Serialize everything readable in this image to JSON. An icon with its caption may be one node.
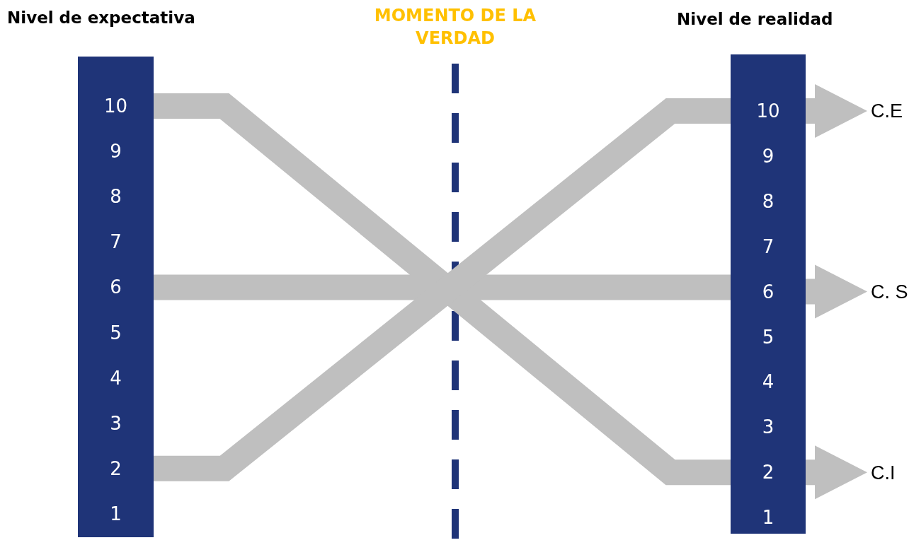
{
  "diagram": {
    "nodes": [
      {
        "text": [
          "Nivel de expectativa"
        ]
      },
      {
        "text": [
          "10"
        ],
        "in": 0
      },
      {
        "text": [
          "9"
        ],
        "in": 0
      },
      {
        "text": [
          "8"
        ],
        "in": 0
      },
      {
        "text": [
          "7"
        ],
        "in": 0
      },
      {
        "text": [
          "6"
        ],
        "in": 0
      },
      {
        "text": [
          "5"
        ],
        "in": 0
      },
      {
        "text": [
          "4"
        ],
        "in": 0
      },
      {
        "text": [
          "3"
        ],
        "in": 0
      },
      {
        "text": [
          "2"
        ],
        "in": 0
      },
      {
        "text": [
          "1"
        ],
        "in": 0
      },
      {
        "text": [
          "Nivel de realidad"
        ]
      },
      {
        "text": [
          "10"
        ],
        "in": 11
      },
      {
        "text": [
          "9"
        ],
        "in": 11
      },
      {
        "text": [
          "8"
        ],
        "in": 11
      },
      {
        "text": [
          "7"
        ],
        "in": 11
      },
      {
        "text": [
          "6"
        ],
        "in": 11
      },
      {
        "text": [
          "5"
        ],
        "in": 11
      },
      {
        "text": [
          "4"
        ],
        "in": 11
      },
      {
        "text": [
          "3"
        ],
        "in": 11
      },
      {
        "text": [
          "2"
        ],
        "in": 11
      },
      {
        "text": [
          "1"
        ],
        "in": 11
      },
      {
        "text": [
          "C.E"
        ]
      },
      {
        "text": [
          "C. S"
        ]
      },
      {
        "text": [
          "C.I"
        ]
      }
    ],
    "edges": [
      {
        "from": 1,
        "to": 20,
        "arrow": "none"
      },
      {
        "from": 5,
        "to": 16,
        "arrow": "none"
      },
      {
        "from": 9,
        "to": 12,
        "arrow": "none"
      },
      {
        "from": 12,
        "to": 22,
        "arrow": "to"
      },
      {
        "from": 16,
        "to": 23,
        "arrow": "to"
      },
      {
        "from": 20,
        "to": 24,
        "arrow": "to"
      }
    ],
    "labels": [
      "MOMENTO DE LA VERDAD"
    ]
  }
}
